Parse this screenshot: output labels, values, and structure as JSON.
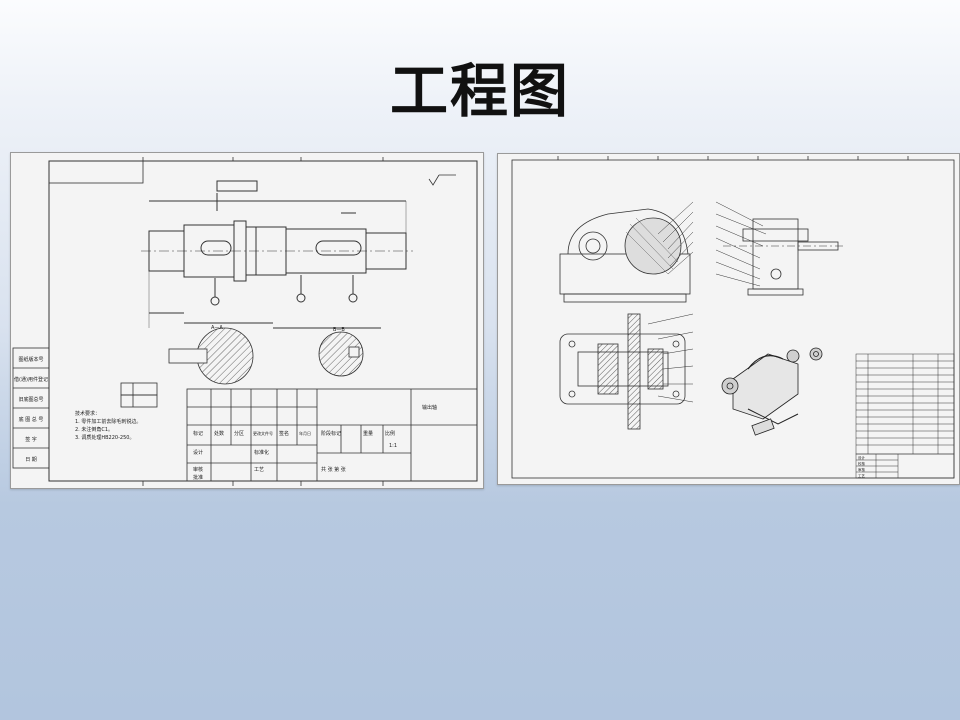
{
  "slide": {
    "title": "工程图"
  },
  "part_drawing": {
    "notes": [
      "技术要求：",
      "1. 零件加工前去除毛刺锐边。",
      "2. 未注倒角C1。",
      "3. 调质处理HB220-250。"
    ],
    "left_column": [
      "图纸版本号",
      "借(通)用件登记",
      "旧底图总号",
      "底 图 总 号",
      "签  字",
      "日  期"
    ],
    "section_labels": [
      "A—A",
      "B—B"
    ],
    "title_block_name": "输出轴",
    "title_block_cells": [
      "标记",
      "处数",
      "分区",
      "更改文件号",
      "签名",
      "年月日",
      "设计",
      "标准化",
      "审核",
      "工艺",
      "批准",
      "阶段标记",
      "重量",
      "比例",
      "1:1",
      "共 张 第 张"
    ]
  },
  "assembly_drawing": {
    "bom_rows": 14,
    "title_block_cells": [
      "设计",
      "校核",
      "审核",
      "工艺"
    ]
  }
}
